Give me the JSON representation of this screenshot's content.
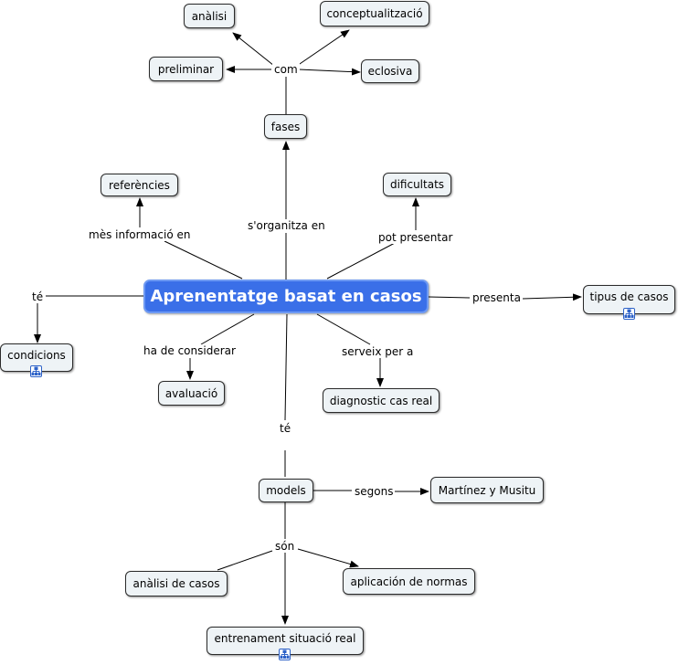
{
  "main_topic": "Aprenentatge basat en casos",
  "nodes": {
    "analisi": "anàlisi",
    "conceptualitzacio": "conceptualització",
    "preliminar": "preliminar",
    "eclosiva": "eclosiva",
    "fases": "fases",
    "referencies": "referències",
    "dificultats": "dificultats",
    "tipus_casos": "tipus de casos",
    "condicions": "condicions",
    "avaluacio": "avaluació",
    "diagnostic": "diagnostic cas real",
    "models": "models",
    "martinez": "Martínez y Musitu",
    "analisi_casos": "anàlisi de casos",
    "aplicacio_normas": "aplicación de normas",
    "entrenament": "entrenament situació real"
  },
  "links": {
    "com": "com",
    "sorganitza": "s'organitza en",
    "mes_info": "mès informació en",
    "pot_presentar": "pot presentar",
    "te_left": "té",
    "presenta": "presenta",
    "ha_considerar": "ha de considerar",
    "serveix": "serveix per a",
    "te_down": "té",
    "segons": "segons",
    "son": "són"
  },
  "icons": {
    "submap": "concept-map-link-icon"
  },
  "colors": {
    "main_fill": "#3a6fe8",
    "node_fill": "#eef3f6",
    "line": "#000000"
  }
}
